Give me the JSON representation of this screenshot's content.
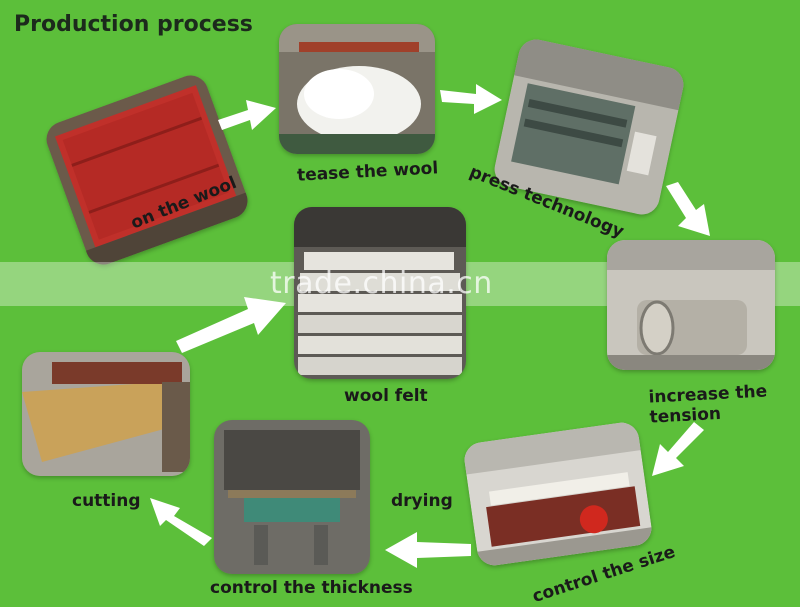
{
  "title": "Production process",
  "watermark": "trade.china.cn",
  "steps": [
    {
      "label": "on the wool"
    },
    {
      "label": "tease the wool"
    },
    {
      "label": "press technology"
    },
    {
      "label": "increase the tension"
    },
    {
      "label": "control the size"
    },
    {
      "label": "drying"
    },
    {
      "label": "control the thickness"
    },
    {
      "label": "cutting"
    },
    {
      "label": "wool felt"
    }
  ],
  "colors": {
    "background": "#5cbf3a",
    "arrow": "#ffffff",
    "text": "#1a1a1a"
  }
}
